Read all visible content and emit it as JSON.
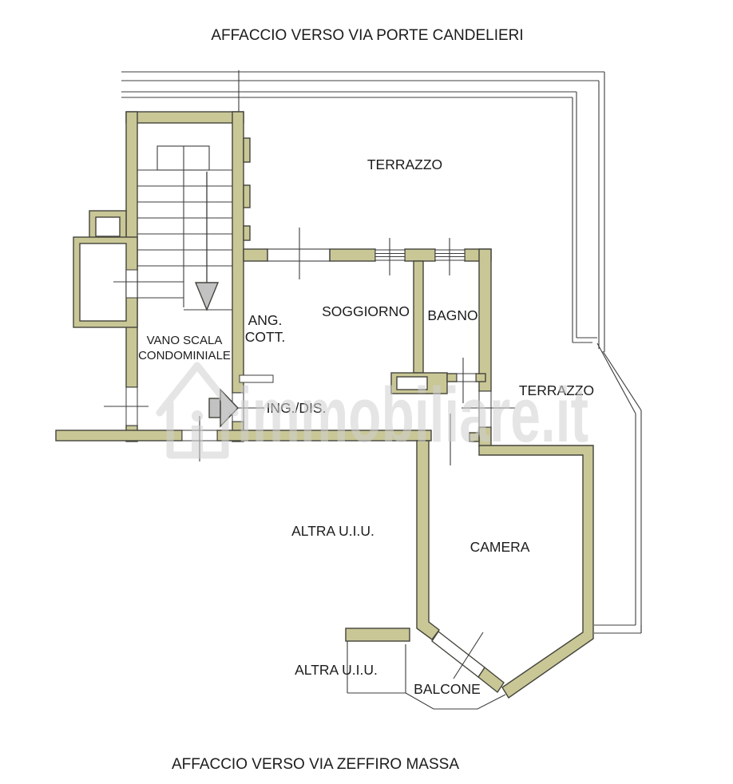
{
  "plan": {
    "title_top": "AFFACCIO VERSO VIA PORTE CANDELIERI",
    "title_bottom": "AFFACCIO VERSO VIA ZEFFIRO MASSA",
    "watermark": "immobiliare.it",
    "rooms": {
      "terrazzo_top": "TERRAZZO",
      "vano_scala_line1": "VANO SCALA",
      "vano_scala_line2": "CONDOMINIALE",
      "ang_cott_line1": "ANG.",
      "ang_cott_line2": "COTT.",
      "soggiorno": "SOGGIORNO",
      "bagno": "BAGNO",
      "ing_dis": "ING./DIS.",
      "terrazzo_right": "TERRAZZO",
      "altra_uiu_mid": "ALTRA U.I.U.",
      "camera": "CAMERA",
      "altra_uiu_bottom": "ALTRA U.I.U.",
      "balcone": "BALCONE"
    },
    "colors": {
      "wall_fill": "#c9c796",
      "wall_stroke": "#44443c",
      "line": "#3c3c3c",
      "text": "#1c1c1c",
      "watermark": "#d0d0d0"
    }
  }
}
